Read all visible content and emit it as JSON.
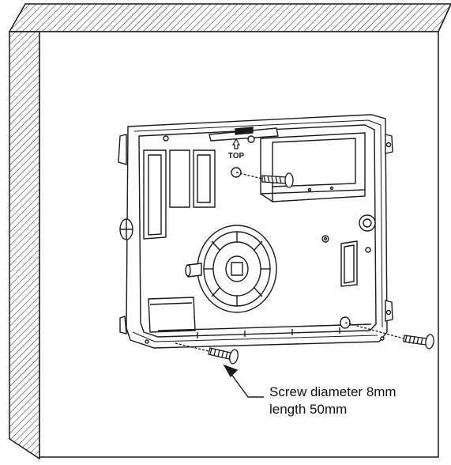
{
  "diagram": {
    "box_marking": "TOP",
    "callout": {
      "line1": "Screw diameter 8mm",
      "line2": "length 50mm"
    }
  },
  "colors": {
    "stroke": "#1a1a1a",
    "background": "#ffffff"
  }
}
